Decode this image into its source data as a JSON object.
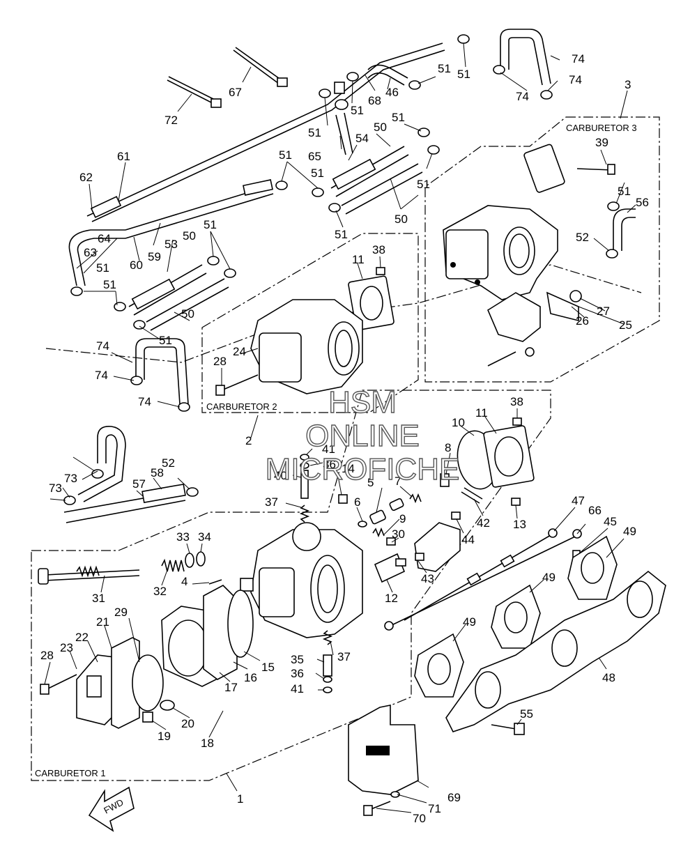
{
  "groups": {
    "carb1": "CARBURETOR 1",
    "carb2": "CARBURETOR 2",
    "carb3": "CARBURETOR 3"
  },
  "watermark": [
    "HSM",
    "ONLINE",
    "MICROFICHE"
  ],
  "fwd": "FWD",
  "callouts": [
    {
      "n": "1"
    },
    {
      "n": "2"
    },
    {
      "n": "3"
    },
    {
      "n": "4"
    },
    {
      "n": "5"
    },
    {
      "n": "6"
    },
    {
      "n": "7"
    },
    {
      "n": "8"
    },
    {
      "n": "9"
    },
    {
      "n": "10"
    },
    {
      "n": "11"
    },
    {
      "n": "11"
    },
    {
      "n": "12"
    },
    {
      "n": "13"
    },
    {
      "n": "14"
    },
    {
      "n": "15"
    },
    {
      "n": "16"
    },
    {
      "n": "17"
    },
    {
      "n": "18"
    },
    {
      "n": "19"
    },
    {
      "n": "20"
    },
    {
      "n": "21"
    },
    {
      "n": "22"
    },
    {
      "n": "23"
    },
    {
      "n": "24"
    },
    {
      "n": "25"
    },
    {
      "n": "26"
    },
    {
      "n": "27"
    },
    {
      "n": "28"
    },
    {
      "n": "28"
    },
    {
      "n": "29"
    },
    {
      "n": "30"
    },
    {
      "n": "31"
    },
    {
      "n": "32"
    },
    {
      "n": "33"
    },
    {
      "n": "34"
    },
    {
      "n": "35"
    },
    {
      "n": "36"
    },
    {
      "n": "36"
    },
    {
      "n": "37"
    },
    {
      "n": "37"
    },
    {
      "n": "38"
    },
    {
      "n": "38"
    },
    {
      "n": "39"
    },
    {
      "n": "40"
    },
    {
      "n": "41"
    },
    {
      "n": "41"
    },
    {
      "n": "42"
    },
    {
      "n": "43"
    },
    {
      "n": "44"
    },
    {
      "n": "45"
    },
    {
      "n": "46"
    },
    {
      "n": "47"
    },
    {
      "n": "48"
    },
    {
      "n": "49"
    },
    {
      "n": "49"
    },
    {
      "n": "49"
    },
    {
      "n": "49"
    },
    {
      "n": "50"
    },
    {
      "n": "50"
    },
    {
      "n": "50"
    },
    {
      "n": "50"
    },
    {
      "n": "51"
    },
    {
      "n": "51"
    },
    {
      "n": "51"
    },
    {
      "n": "51"
    },
    {
      "n": "51"
    },
    {
      "n": "51"
    },
    {
      "n": "51"
    },
    {
      "n": "51"
    },
    {
      "n": "51"
    },
    {
      "n": "51"
    },
    {
      "n": "51"
    },
    {
      "n": "51"
    },
    {
      "n": "51"
    },
    {
      "n": "51"
    },
    {
      "n": "52"
    },
    {
      "n": "52"
    },
    {
      "n": "53"
    },
    {
      "n": "54"
    },
    {
      "n": "55"
    },
    {
      "n": "56"
    },
    {
      "n": "57"
    },
    {
      "n": "58"
    },
    {
      "n": "59"
    },
    {
      "n": "60"
    },
    {
      "n": "61"
    },
    {
      "n": "62"
    },
    {
      "n": "63"
    },
    {
      "n": "64"
    },
    {
      "n": "65"
    },
    {
      "n": "66"
    },
    {
      "n": "67"
    },
    {
      "n": "68"
    },
    {
      "n": "69"
    },
    {
      "n": "70"
    },
    {
      "n": "71"
    },
    {
      "n": "72"
    },
    {
      "n": "73"
    },
    {
      "n": "73"
    },
    {
      "n": "74"
    },
    {
      "n": "74"
    },
    {
      "n": "74"
    },
    {
      "n": "74"
    },
    {
      "n": "74"
    },
    {
      "n": "74"
    }
  ]
}
